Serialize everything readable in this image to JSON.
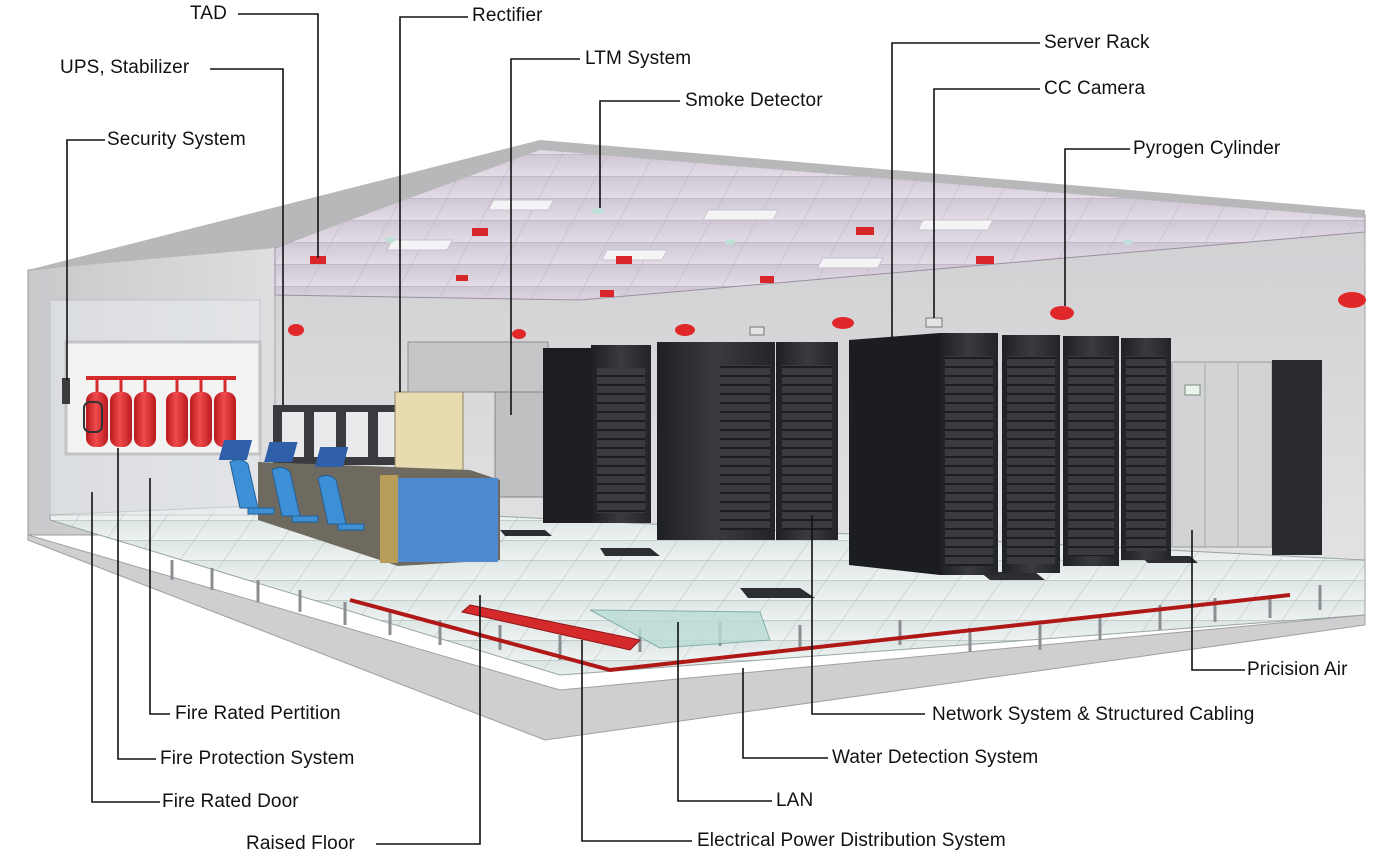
{
  "labels": {
    "tad": "TAD",
    "rectifier": "Rectifier",
    "ups": "UPS, Stabilizer",
    "ltm": "LTM System",
    "smoke": "Smoke Detector",
    "server_rack": "Server Rack",
    "cc_camera": "CC Camera",
    "security": "Security System",
    "pyrogen": "Pyrogen Cylinder",
    "precision_air": "Pricision Air",
    "fire_partition": "Fire Rated Pertition",
    "network": "Network System & Structured Cabling",
    "fire_protection": "Fire Protection System",
    "water_detection": "Water Detection System",
    "fire_door": "Fire Rated Door",
    "lan": "LAN",
    "raised_floor": "Raised Floor",
    "power_distribution": "Electrical Power Distribution System"
  },
  "colors": {
    "ceiling": "#d9d0dc",
    "wall": "#d4d4d6",
    "floor_tile": "#e6eeed",
    "rack": "#2b2c2f",
    "cylinder_red": "#e0282b",
    "water_line": "#b01818",
    "chair_blue": "#3d8fd6"
  }
}
